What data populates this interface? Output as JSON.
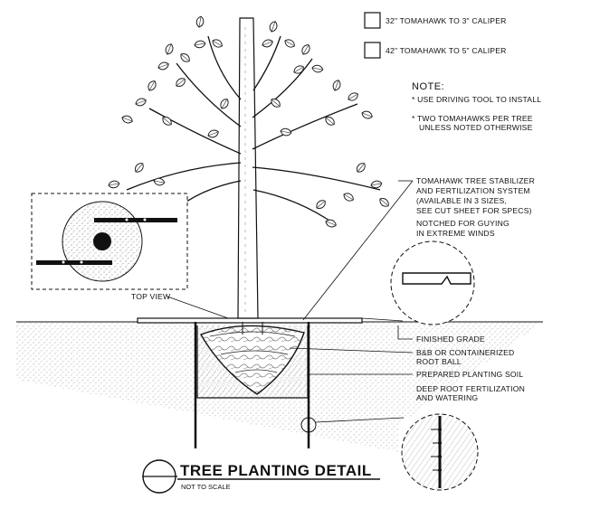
{
  "legend": [
    {
      "label": "32\" TOMAHAWK TO 3\" CALIPER"
    },
    {
      "label": "42\" TOMAHAWK TO 5\" CALIPER"
    }
  ],
  "note": {
    "heading": "NOTE:",
    "items": [
      [
        "* USE DRIVING TOOL TO INSTALL"
      ],
      [
        "* TWO TOMAHAWKS PER TREE",
        "UNLESS NOTED OTHERWISE"
      ]
    ]
  },
  "callouts": {
    "stabilizer": [
      "TOMAHAWK TREE STABILIZER",
      "AND FERTILIZATION SYSTEM",
      "(AVAILABLE IN 3 SIZES,",
      "SEE CUT SHEET FOR SPECS)"
    ],
    "notched": [
      "NOTCHED FOR GUYING",
      "IN EXTREME WINDS"
    ],
    "top_view": "TOP VIEW",
    "finished_grade": "FINISHED GRADE",
    "root_ball": [
      "B&B OR CONTAINERIZED",
      "ROOT BALL"
    ],
    "planting_soil": "PREPARED PLANTING SOIL",
    "deep_root": [
      "DEEP ROOT FERTILIZATION",
      "AND WATERING"
    ]
  },
  "title": "TREE PLANTING DETAIL",
  "subtitle": "NOT TO SCALE"
}
